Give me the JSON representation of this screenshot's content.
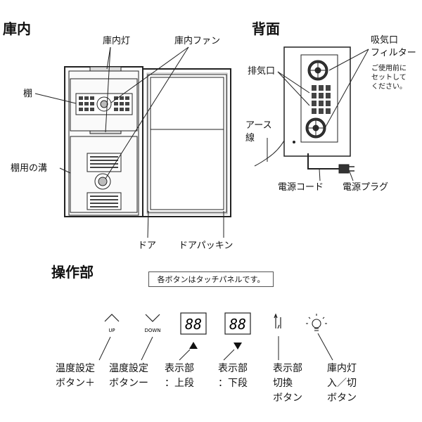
{
  "sections": {
    "interior": "庫内",
    "back": "背面",
    "controls": "操作部"
  },
  "interior_labels": {
    "light": "庫内灯",
    "fan": "庫内ファン",
    "shelf": "棚",
    "shelf_groove": "棚用の溝",
    "door": "ドア",
    "door_gasket": "ドアパッキン"
  },
  "back_labels": {
    "intake": "吸気口",
    "filter": "フィルター",
    "filter_note": [
      "ご使用前に",
      "セットして",
      "ください。"
    ],
    "exhaust": "排気口",
    "earth": [
      "アース",
      "線"
    ],
    "power_cord": "電源コード",
    "power_plug": "電源プラグ"
  },
  "controls": {
    "notice": "各ボタンはタッチパネルです。",
    "up_text": "UP",
    "down_text": "DOWN",
    "display_text": "88",
    "buttons": [
      {
        "name": "temp-up",
        "lines": [
          "温度設定",
          "ボタン＋"
        ]
      },
      {
        "name": "temp-down",
        "lines": [
          "温度設定",
          "ボタンー"
        ]
      },
      {
        "name": "display-upper",
        "lines": [
          "表示部",
          "：上段"
        ]
      },
      {
        "name": "display-lower",
        "lines": [
          "表示部",
          "：下段"
        ]
      },
      {
        "name": "display-switch",
        "lines": [
          "表示部",
          "切換",
          "ボタン"
        ]
      },
      {
        "name": "light-switch",
        "lines": [
          "庫内灯",
          "入／切",
          "ボタン"
        ]
      }
    ]
  }
}
